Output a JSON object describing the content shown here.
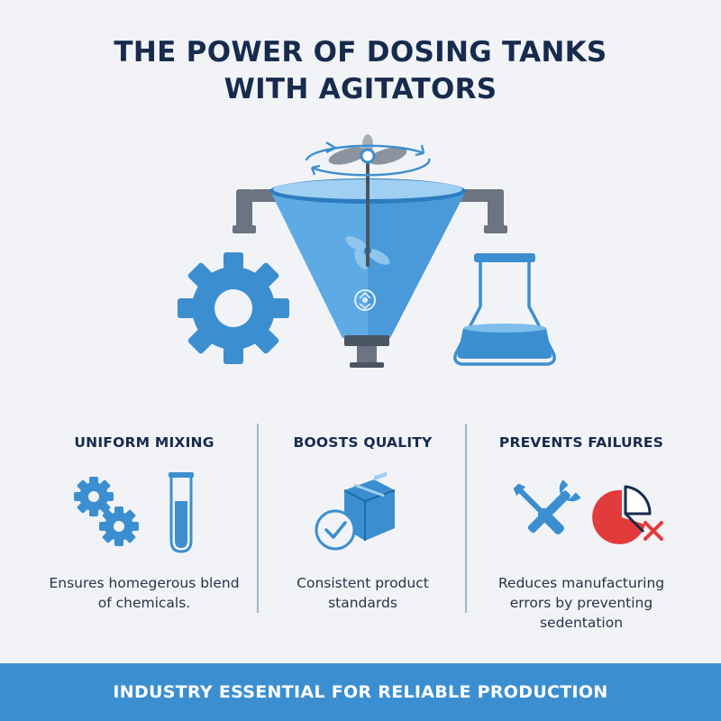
{
  "title": {
    "line1": "THE POWER OF DOSING TANKS",
    "line2": "WITH AGITATORS"
  },
  "colors": {
    "primary_blue": "#3b8fd0",
    "dark_navy": "#172b4d",
    "steel_gray": "#6b7480",
    "alert_red": "#e23b3b",
    "background": "#f1f3f6"
  },
  "hero": {
    "icons": [
      "gear-icon",
      "dosing-tank-funnel-icon",
      "agitator-propeller-icon",
      "rotation-arrows-icon",
      "flask-icon"
    ]
  },
  "benefits": [
    {
      "title": "UNIFORM MIXING",
      "description": "Ensures homegerous blend of chemicals.",
      "icons": [
        "gears-icon",
        "test-tube-icon"
      ]
    },
    {
      "title": "BOOSTS QUALITY",
      "description": "Consistent product standards",
      "icons": [
        "checkmark-circle-icon",
        "package-box-icon"
      ]
    },
    {
      "title": "PREVENTS FAILURES",
      "description": "Reduces manufacturing errors by preventing sedentation",
      "icons": [
        "wrench-screwdriver-icon",
        "pie-chart-x-icon"
      ]
    }
  ],
  "banner": {
    "text": "INDUSTRY ESSENTIAL FOR RELIABLE PRODUCTION"
  }
}
